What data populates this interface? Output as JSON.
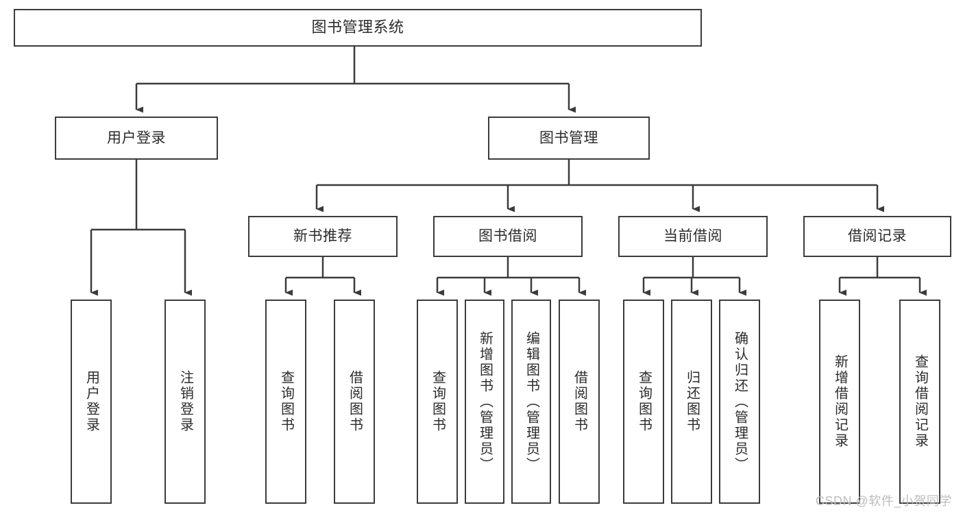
{
  "diagram": {
    "title": "图书管理系统",
    "type": "tree",
    "colors": {
      "box_border": "#3b3b3b",
      "box_fill": "#ffffff",
      "edge": "#3b3b3b",
      "text": "#2b2b2b",
      "watermark": "#bdbdbd",
      "background": "#ffffff"
    },
    "root": {
      "label": "图书管理系统"
    },
    "level1": [
      {
        "label": "用户登录"
      },
      {
        "label": "图书管理"
      }
    ],
    "level2": [
      {
        "label": "新书推荐"
      },
      {
        "label": "图书借阅"
      },
      {
        "label": "当前借阅"
      },
      {
        "label": "借阅记录"
      }
    ],
    "leaves": {
      "user_login": [
        {
          "label": "用户登录"
        },
        {
          "label": "注销登录"
        }
      ],
      "new_book_recommend": [
        {
          "label": "查询图书"
        },
        {
          "label": "借阅图书"
        }
      ],
      "book_borrow": [
        {
          "label": "查询图书"
        },
        {
          "label": "新增图书（管理员）"
        },
        {
          "label": "编辑图书（管理员）"
        },
        {
          "label": "借阅图书"
        }
      ],
      "current_borrow": [
        {
          "label": "查询图书"
        },
        {
          "label": "归还图书"
        },
        {
          "label": "确认归还（管理员）"
        }
      ],
      "borrow_record": [
        {
          "label": "新增借阅记录"
        },
        {
          "label": "查询借阅记录"
        }
      ]
    }
  },
  "watermark": {
    "text": "CSDN @软件_小贺同学"
  }
}
